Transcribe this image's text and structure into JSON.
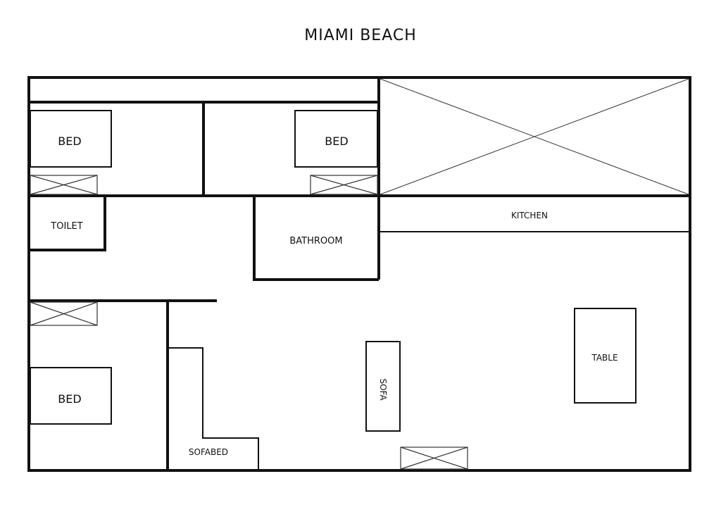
{
  "title": "MIAMI BEACH",
  "colors": {
    "line": "#111111",
    "background": "#ffffff"
  },
  "rooms": {
    "bed_top_left": "BED",
    "bed_top_right": "BED",
    "bed_bottom_left": "BED",
    "toilet": "TOILET",
    "bathroom": "BATHROOM",
    "kitchen": "KITCHEN",
    "table": "TABLE",
    "sofa": "SOFA",
    "sofabed": "SOFABED"
  }
}
